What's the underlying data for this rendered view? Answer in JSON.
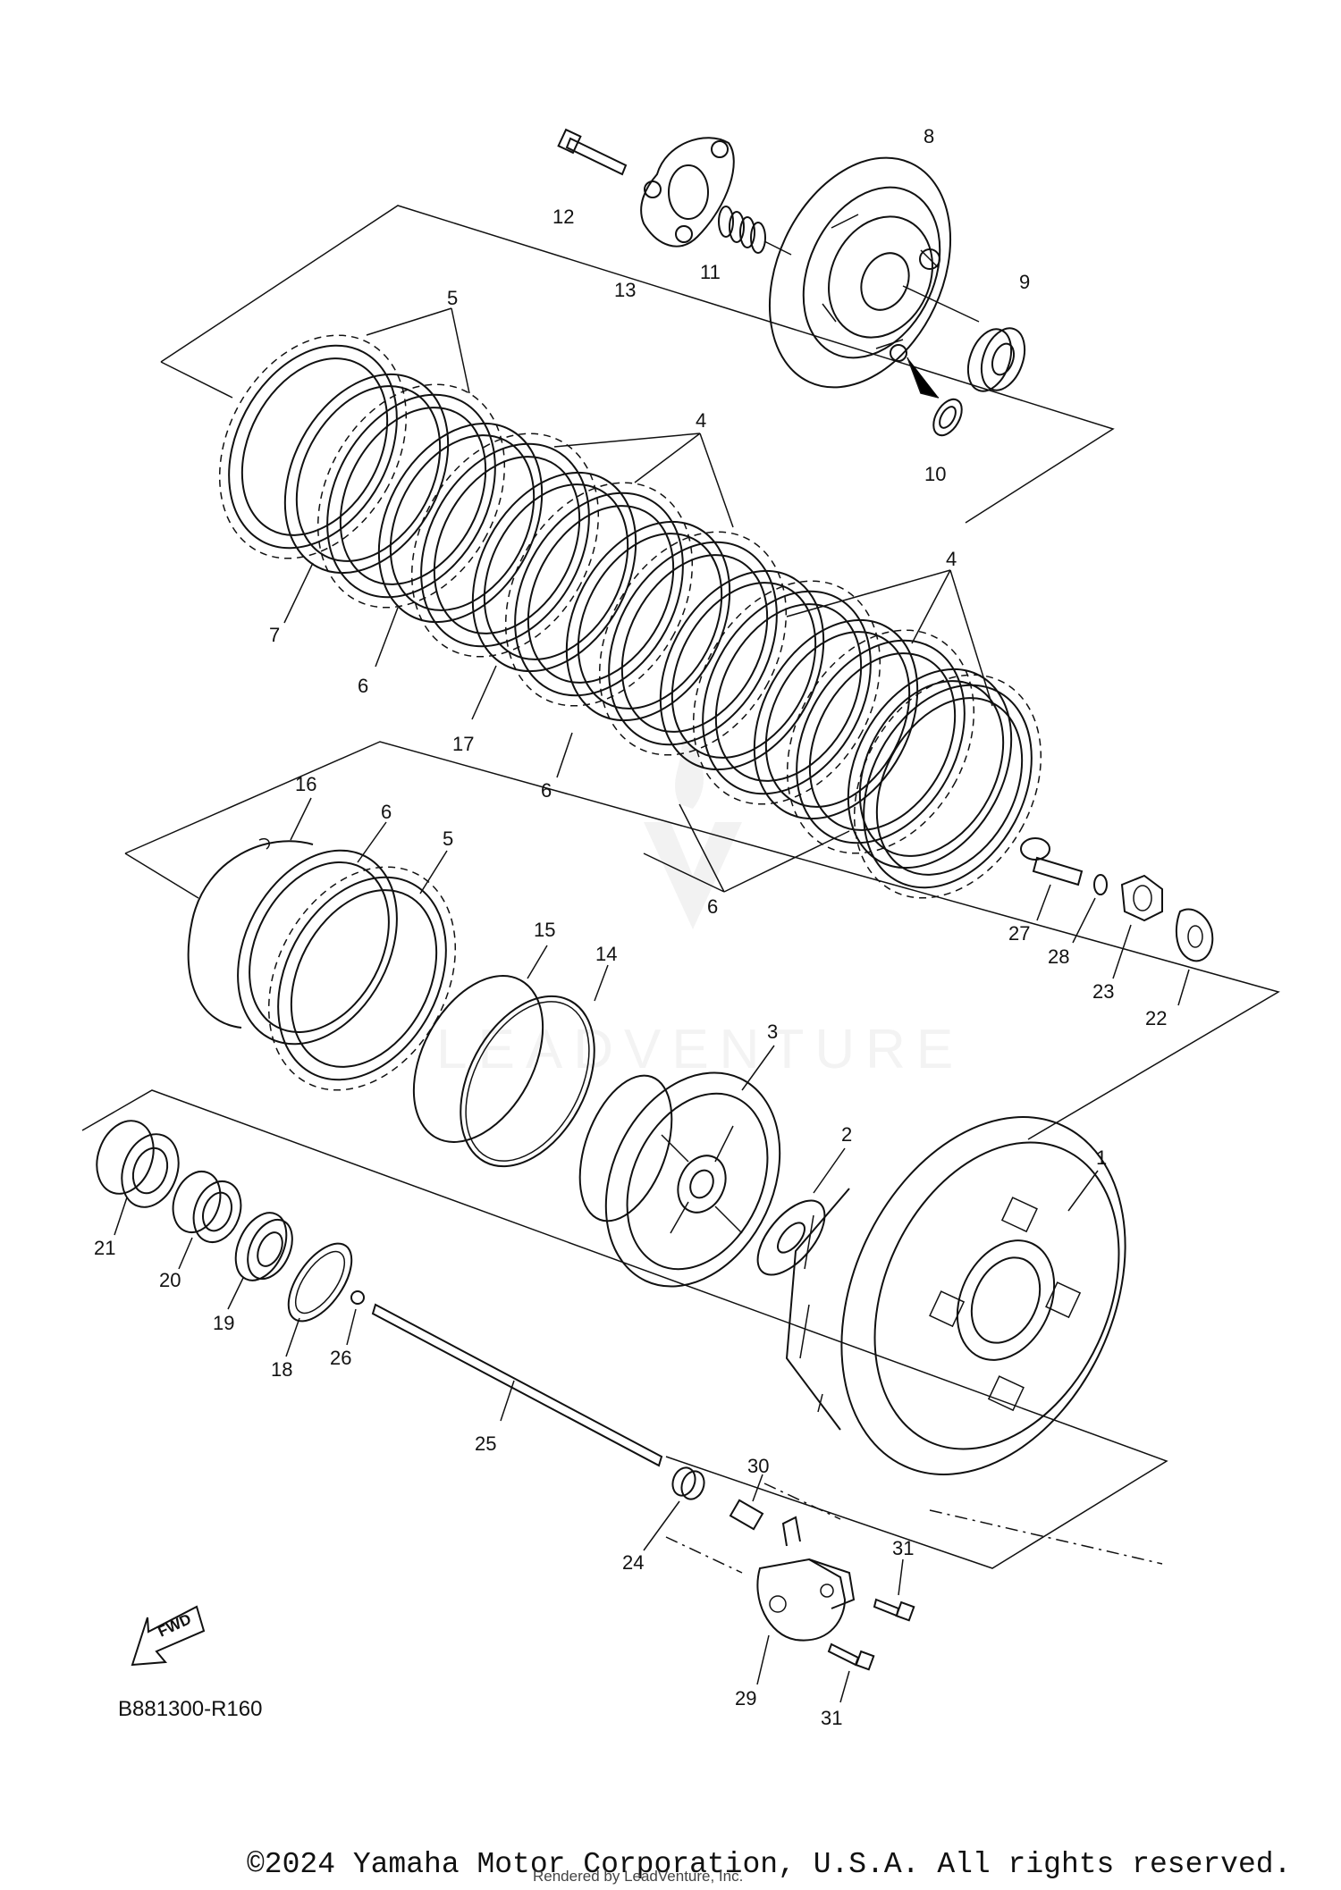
{
  "diagram_code": "B881300-R160",
  "fwd_label": "FWD",
  "watermark": "LEADVENTURE",
  "copyright": "©2024 Yamaha Motor Corporation, U.S.A. All rights reserved.",
  "rendered_by": "Rendered by LeadVenture, Inc.",
  "labels": {
    "p1": "1",
    "p2": "2",
    "p3": "3",
    "p4a": "4",
    "p4b": "4",
    "p5a": "5",
    "p5b": "5",
    "p6a": "6",
    "p6b": "6",
    "p6c": "6",
    "p6d": "6",
    "p7": "7",
    "p8": "8",
    "p9": "9",
    "p10": "10",
    "p11": "11",
    "p12": "12",
    "p13": "13",
    "p14": "14",
    "p15": "15",
    "p16": "16",
    "p17": "17",
    "p18": "18",
    "p19": "19",
    "p20": "20",
    "p21": "21",
    "p22": "22",
    "p23": "23",
    "p24": "24",
    "p25": "25",
    "p26": "26",
    "p27": "27",
    "p28": "28",
    "p29": "29",
    "p30": "30",
    "p31a": "31",
    "p31b": "31"
  }
}
